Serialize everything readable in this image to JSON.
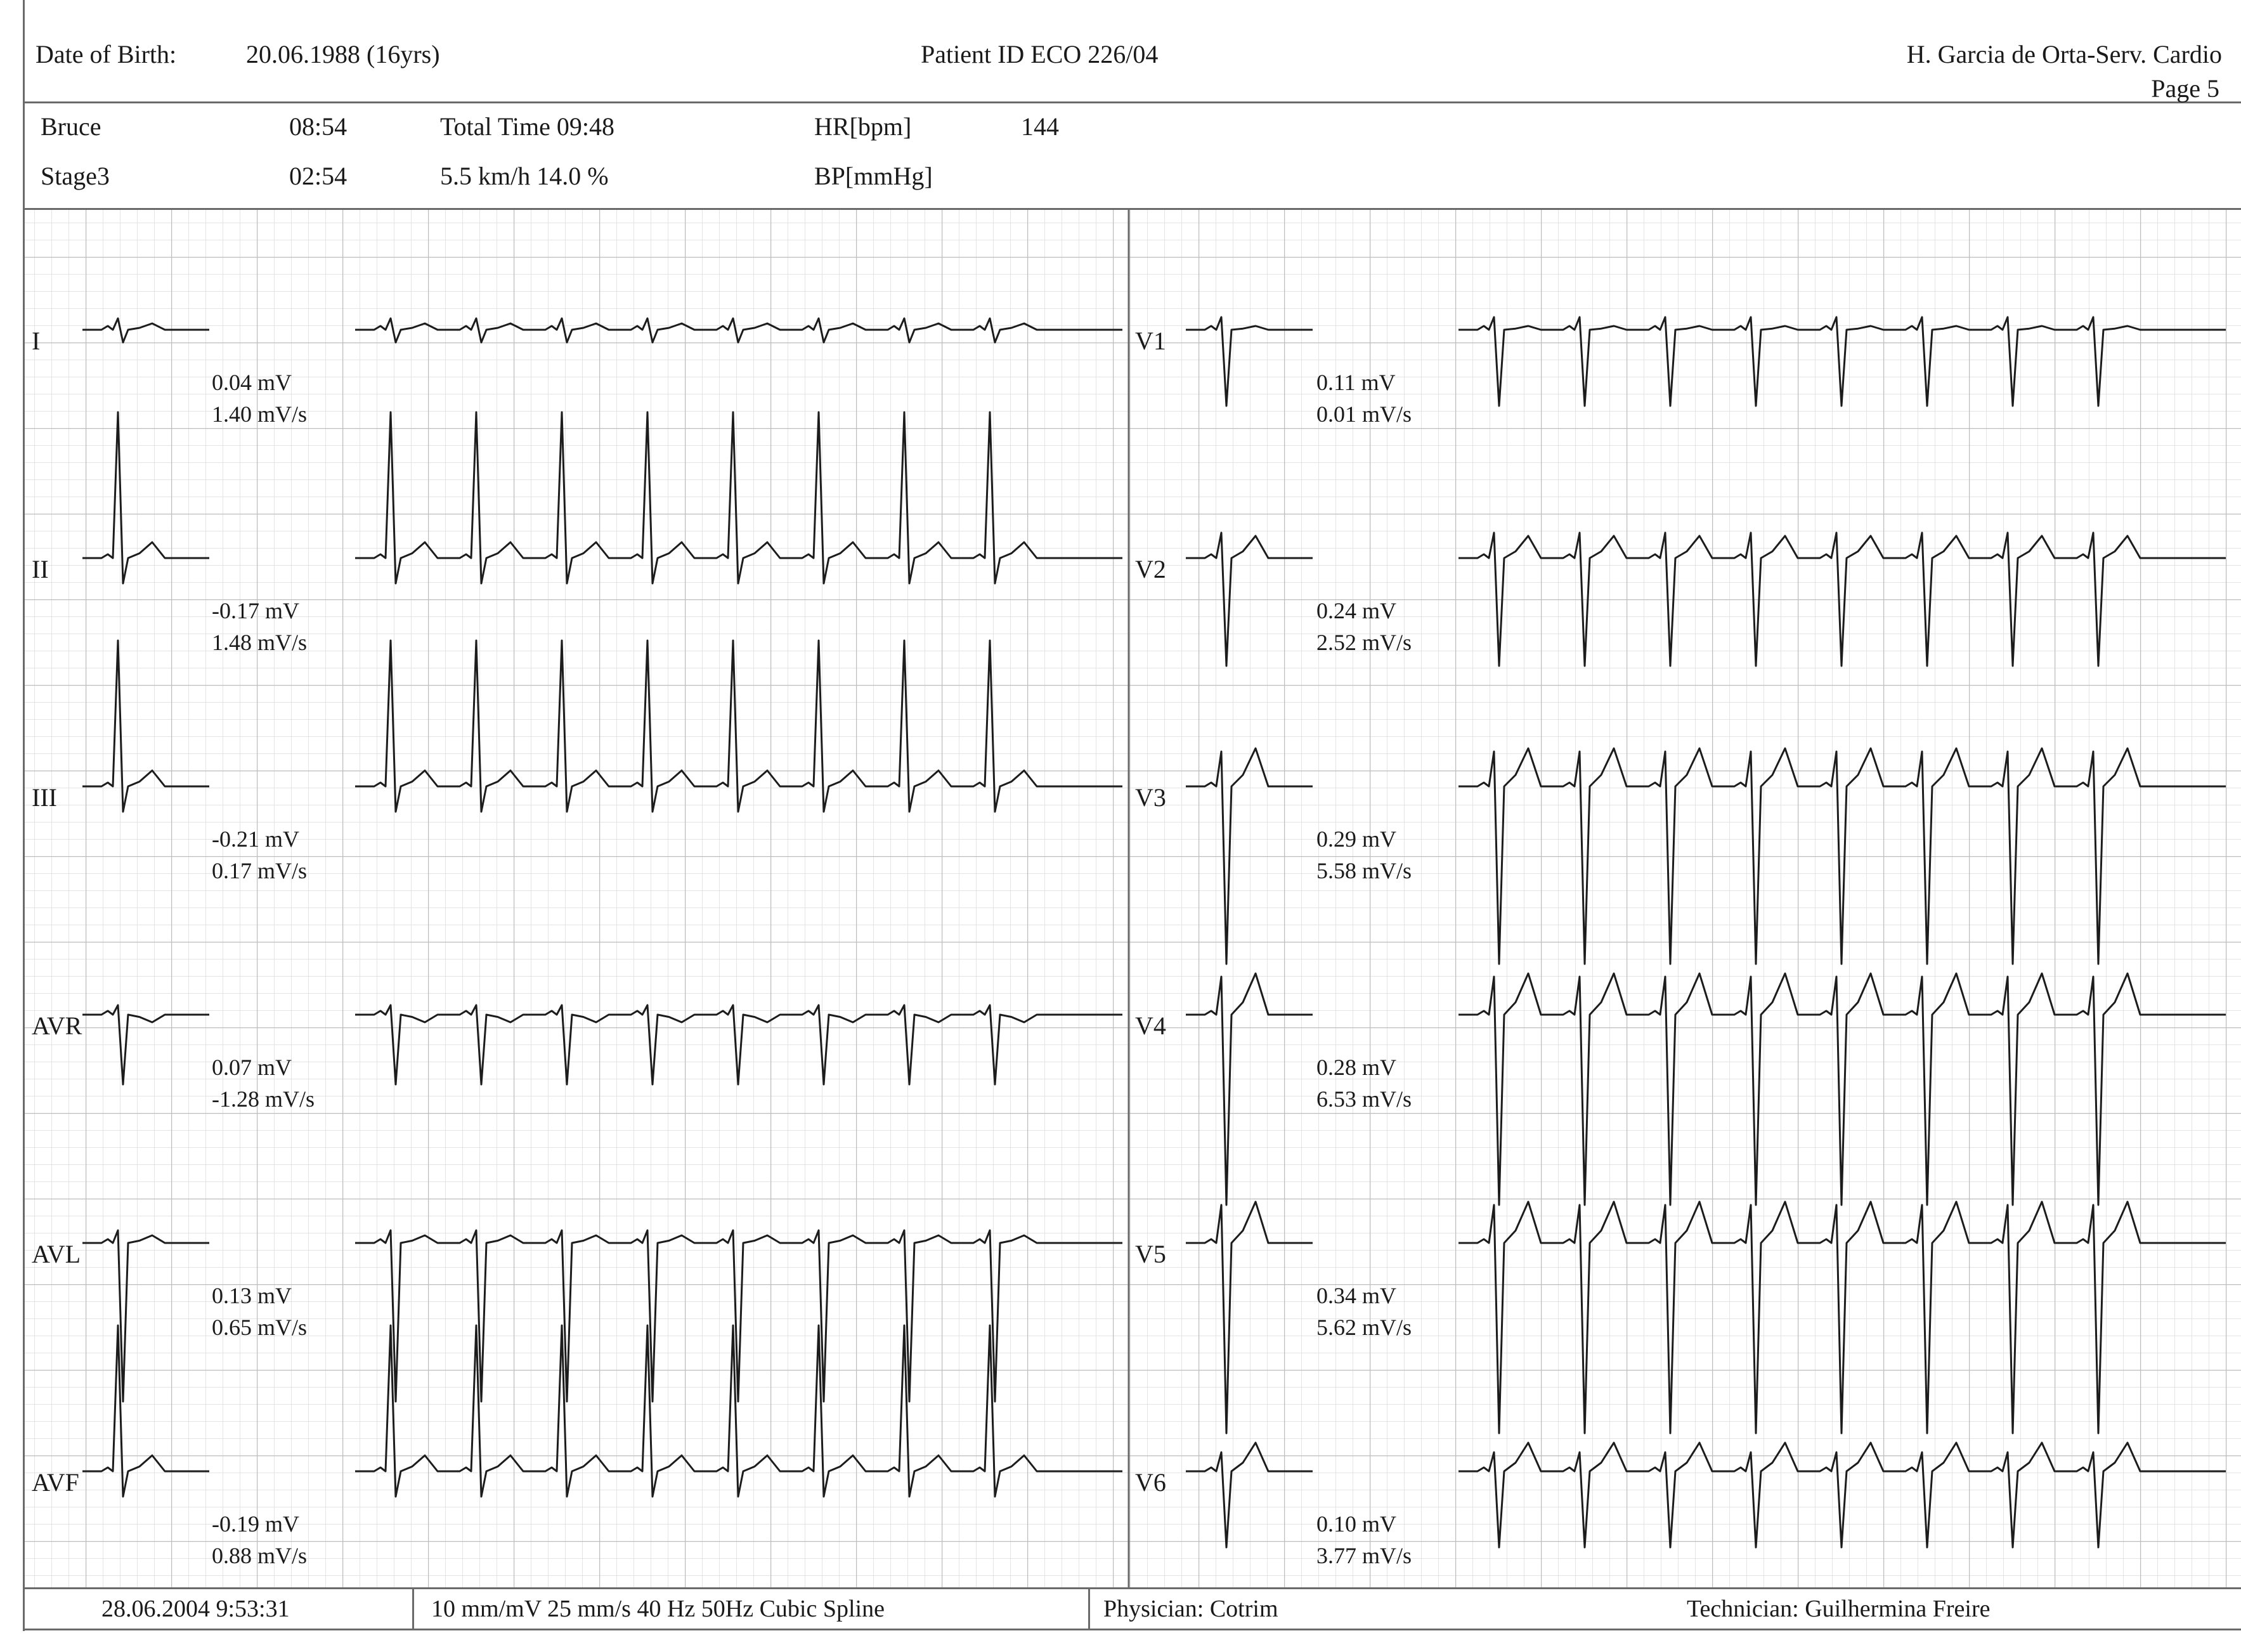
{
  "header": {
    "dob_label": "Date of Birth:",
    "dob_value": "20.06.1988 (16yrs)",
    "patient_id": "Patient ID  ECO 226/04",
    "hospital": "H. Garcia de Orta-Serv. Cardio",
    "page": "Page  5"
  },
  "info": {
    "protocol": "Bruce",
    "protocol_time": "08:54",
    "total_time": "Total Time 09:48",
    "hr_label": "HR[bpm]",
    "hr_value": "144",
    "stage": "Stage3",
    "stage_time": "02:54",
    "speed_grade": "5.5 km/h  14.0 %",
    "bp_label": "BP[mmHg]"
  },
  "leads": [
    {
      "name": "I",
      "st": "0.04 mV",
      "slope": "1.40 mV/s"
    },
    {
      "name": "II",
      "st": "-0.17 mV",
      "slope": "1.48 mV/s"
    },
    {
      "name": "III",
      "st": "-0.21 mV",
      "slope": "0.17 mV/s"
    },
    {
      "name": "AVR",
      "st": "0.07 mV",
      "slope": "-1.28 mV/s"
    },
    {
      "name": "AVL",
      "st": "0.13 mV",
      "slope": "0.65 mV/s"
    },
    {
      "name": "AVF",
      "st": "-0.19 mV",
      "slope": "0.88 mV/s"
    },
    {
      "name": "V1",
      "st": "0.11 mV",
      "slope": "0.01 mV/s"
    },
    {
      "name": "V2",
      "st": "0.24 mV",
      "slope": "2.52 mV/s"
    },
    {
      "name": "V3",
      "st": "0.29 mV",
      "slope": "5.58 mV/s"
    },
    {
      "name": "V4",
      "st": "0.28 mV",
      "slope": "6.53 mV/s"
    },
    {
      "name": "V5",
      "st": "0.34 mV",
      "slope": "5.62 mV/s"
    },
    {
      "name": "V6",
      "st": "0.10 mV",
      "slope": "3.77 mV/s"
    }
  ],
  "footer": {
    "datetime": "28.06.2004   9:53:31",
    "settings": "10 mm/mV   25 mm/s   40 Hz   50Hz   Cubic Spline",
    "physician": "Physician:  Cotrim",
    "technician": "Technician:   Guilhermina Freire"
  },
  "colors": {
    "grid_minor": "#dcdcdc",
    "grid_major": "#bdbdbd",
    "trace": "#1c1c1c",
    "rule": "#6a6a6a"
  }
}
